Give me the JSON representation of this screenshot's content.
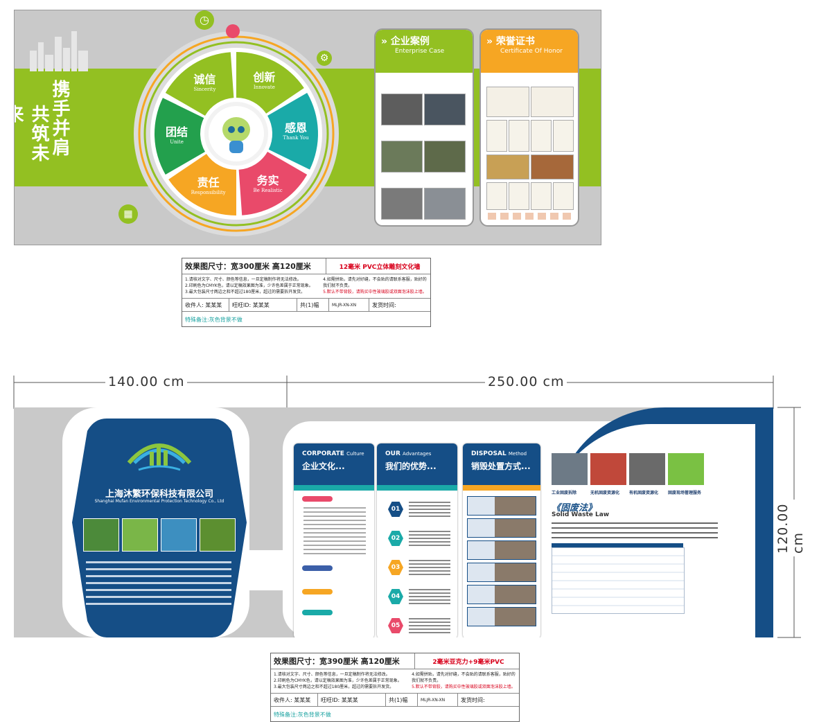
{
  "design1": {
    "slogan": [
      "携手并肩",
      "共筑未来"
    ],
    "wheel": [
      {
        "cn": "诚信",
        "en": "Sincerity",
        "color": "#93c022"
      },
      {
        "cn": "创新",
        "en": "Innovate",
        "color": "#93c022"
      },
      {
        "cn": "感恩",
        "en": "Thank You",
        "color": "#1aaaa8"
      },
      {
        "cn": "务实",
        "en": "Be Realistic",
        "color": "#e94a6a"
      },
      {
        "cn": "责任",
        "en": "Responsibility",
        "color": "#f6a623"
      },
      {
        "cn": "团结",
        "en": "Unite",
        "color": "#23a04d"
      }
    ],
    "case_panel": {
      "title": "企业案例",
      "subtitle": "Enterprise Case",
      "color": "#93c022"
    },
    "honor_panel": {
      "title": "荣誉证书",
      "subtitle": "Certificate Of Honor",
      "color": "#f6a623"
    }
  },
  "info1": {
    "size_text": "效果图尺寸：宽300厘米  高120厘米",
    "material": "12毫米 PVC立体雕刻文化墙",
    "notes_left": [
      "1.请核对文字、尺寸、颜色等信息，一旦定稿制作将无法修改。",
      "2.印刷色为CMYK色，请以定稿效果图为准，少许色差属于正常现象。",
      "3.最大包装尺寸两边之和不超过180厘米，超过的需要拆开发货。"
    ],
    "notes_right": [
      "4.如需拼贴，请先对好缝，不会贴的请联系客服，贴好的我们就不负责。",
      "5.默认不带背胶，请购买中性玻璃胶或双面泡沫胶上墙。"
    ],
    "receiver": "收件人: 某某某",
    "wangwang": "旺旺ID: 某某某",
    "count": "共(1)幅",
    "code": "MLJR-XN-XN",
    "ship_time": "发货时间:",
    "remark": "特殊备注:灰色背景不做"
  },
  "dims": {
    "left": "140.00 cm",
    "right": "250.00 cm",
    "height": "120.00 cm"
  },
  "design2": {
    "company_cn": "上海沐繁环保科技有限公司",
    "company_en": "Shanghai Mufan Environmental Protection Technology Co., Ltd",
    "cards": [
      {
        "en": "CORPORATE",
        "en_small": "Culture",
        "cn": "企业文化..."
      },
      {
        "en": "OUR",
        "en_small": "Advantages",
        "cn": "我们的优势..."
      },
      {
        "en": "DISPOSAL",
        "en_small": "Method",
        "cn": "销毁处置方式..."
      }
    ],
    "advantage_nums": [
      "01",
      "02",
      "03",
      "04",
      "05"
    ],
    "law_title": "《固废法》",
    "law_subtitle": "Solid Waste Law",
    "photo_captions": [
      "工业固废拆除",
      "无机固废资源化",
      "有机固废资源化",
      "固废现场管理服务"
    ]
  },
  "info2": {
    "size_text": "效果图尺寸：宽390厘米  高120厘米",
    "material": "2毫米亚克力+9毫米PVC",
    "notes_left": [
      "1.请核对文字、尺寸、颜色等信息，一旦定稿制作将无法修改。",
      "2.印刷色为CMYK色，请以定稿效果图为准，少许色差属于正常现象。",
      "3.最大包装尺寸两边之和不超过180厘米，超过的需要拆开发货。"
    ],
    "notes_right": [
      "4.如需拼贴，请先对好缝，不会贴的请联系客服，贴好的我们就不负责。",
      "5.默认不带背胶，请购买中性玻璃胶或双面泡沫胶上墙。"
    ],
    "receiver": "收件人: 某某某",
    "wangwang": "旺旺ID: 某某某",
    "count": "共(1)幅",
    "code": "MLJR-XN-XN",
    "ship_time": "发货时间:",
    "remark": "特殊备注:灰色背景不做"
  }
}
